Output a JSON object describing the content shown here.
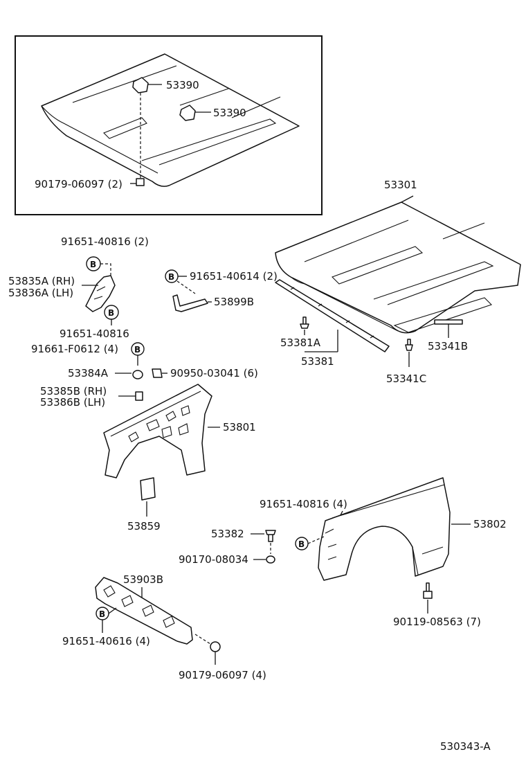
{
  "diagram_id": "530343-A",
  "badge_letter": "B",
  "labels": {
    "inset_hinge_upper": "53390",
    "inset_hinge_lower": "53390",
    "inset_nut": "90179-06097 (2)",
    "hood": "53301",
    "hood_seal": "53381",
    "hood_seal_clip": "53381A",
    "hood_lining_clip_b": "53341B",
    "hood_lining_clip_c": "53341C",
    "hinge_bolt_top": "91651-40816 (2)",
    "hinge_rh": "53835A (RH)",
    "hinge_lh": "53836A (LH)",
    "hinge_bolt_bottom": "91651-40816",
    "prop_bolt": "91651-40614 (2)",
    "hood_support": "53899B",
    "apron_bolt": "91661-F0612 (4)",
    "cushion": "53384A",
    "apron_nut": "90950-03041 (6)",
    "seal_rh": "53385B (RH)",
    "seal_lh": "53386B (LH)",
    "fender_apron": "53801",
    "fender_pad": "53859",
    "fender_bolt": "91651-40816 (4)",
    "front_fender": "53802",
    "fender_stopper": "53382",
    "stopper_nut": "90170-08034",
    "fender_screw": "90119-08563 (7)",
    "radiator_support": "53903B",
    "support_bolt": "91651-40616 (4)",
    "support_nut": "90179-06097 (4)"
  }
}
